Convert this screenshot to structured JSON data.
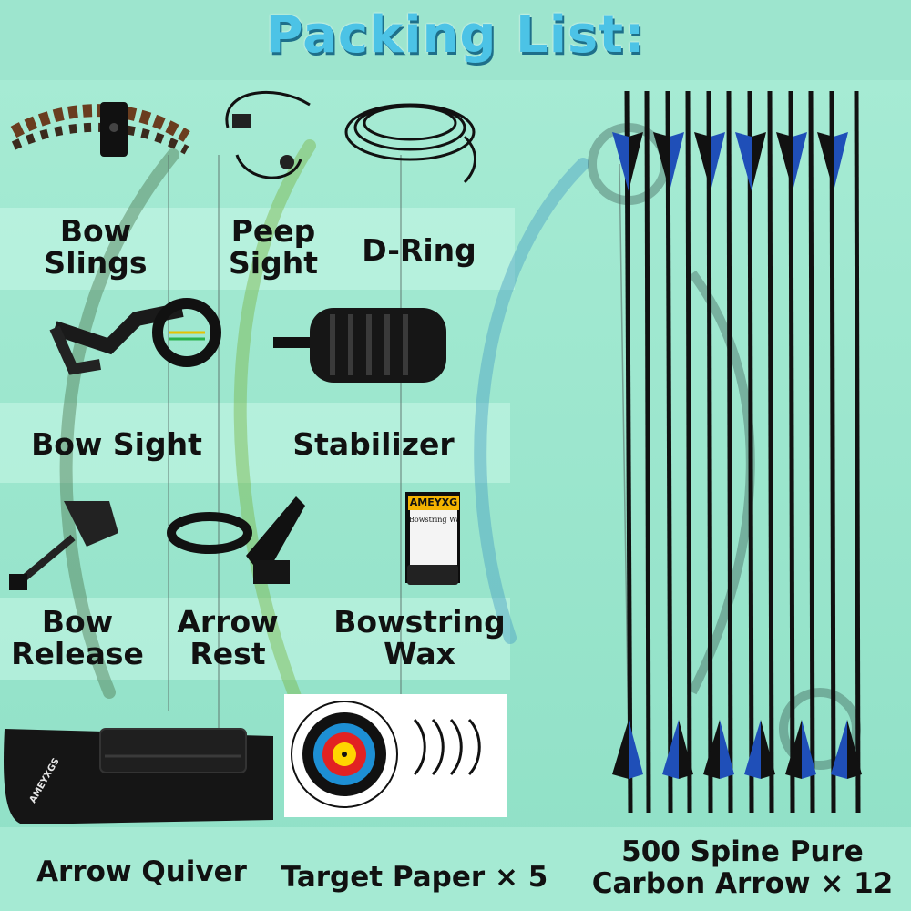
{
  "title": "Packing List:",
  "items": {
    "bow_slings": [
      "Bow",
      "Slings"
    ],
    "peep_sight": [
      "Peep",
      "Sight"
    ],
    "d_ring": [
      "D-Ring"
    ],
    "bow_sight": [
      "Bow Sight"
    ],
    "stabilizer": [
      "Stabilizer"
    ],
    "bow_release": [
      "Bow",
      "Release"
    ],
    "arrow_rest": [
      "Arrow",
      "Rest"
    ],
    "bowstring_wax": [
      "Bowstring",
      "Wax"
    ],
    "arrow_quiver": [
      "Arrow Quiver"
    ],
    "target_paper": [
      "Target Paper × 5"
    ],
    "carbon_arrow": [
      "500 Spine Pure",
      "Carbon Arrow × 12"
    ]
  },
  "wax_brand": "AMEYXG",
  "wax_label": "Bowstring Wax",
  "quiver_brand": "AMEYXGS",
  "colors": {
    "background": "#9de5ce",
    "title": "#4cc3e6",
    "vane_blue": "#1f4fb8",
    "arrow_shaft": "#111111"
  }
}
